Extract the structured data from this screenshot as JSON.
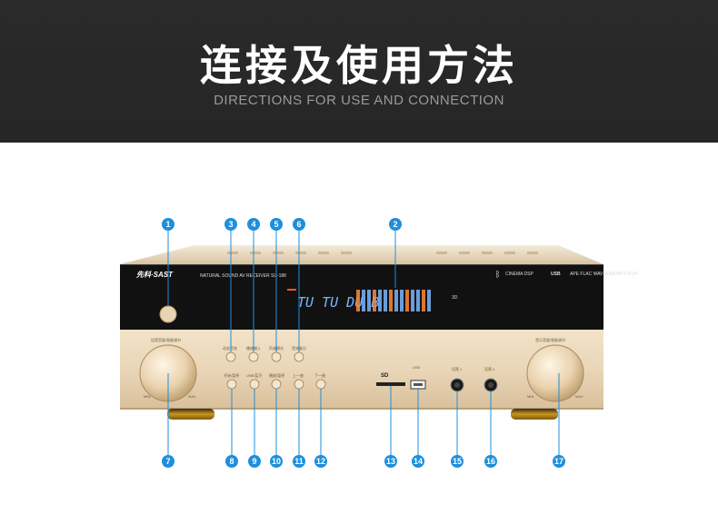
{
  "header": {
    "title": "连接及使用方法",
    "subtitle": "DIRECTIONS FOR USE AND CONNECTION"
  },
  "device": {
    "brand": "先科·SAST",
    "model_text": "NATURAL SOUND AV RECEIVER  SU-188",
    "display_text": "TU TU DU B",
    "display_mode": "3D",
    "logos": [
      "CINEMA DSP",
      "USB",
      "APE FLAC WAV WMA MP3 PLAY"
    ],
    "sd_label": "SD",
    "usb_label": "USB",
    "left_knob_label": "话筒音量/智能调节",
    "right_knob_label": "音乐音量/智能调节",
    "top_buttons": [
      "动态音效",
      "播放输入",
      "声道模式",
      "音效复位"
    ],
    "bottom_buttons": [
      "开始/暂停",
      "USB/蓝牙",
      "播放/暂停",
      "上一曲",
      "下一曲"
    ],
    "mic1_label": "话筒 1",
    "mic2_label": "话筒 2",
    "knob_min": "MIN",
    "knob_max": "MAX"
  },
  "markers": [
    "1",
    "2",
    "3",
    "4",
    "5",
    "6",
    "7",
    "8",
    "9",
    "10",
    "11",
    "12",
    "13",
    "14",
    "15",
    "16",
    "17"
  ],
  "colors": {
    "header_bg": "#262626",
    "marker": "#1e8fdc",
    "panel_gold": "#e9d5b8",
    "display_blue": "#7ab6ff",
    "display_orange": "#ff8a3a"
  }
}
